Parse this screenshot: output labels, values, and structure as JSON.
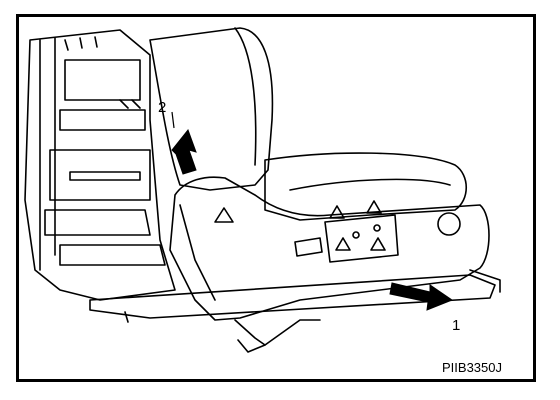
{
  "figure": {
    "callouts": [
      {
        "id": "callout-1",
        "label": "1"
      },
      {
        "id": "callout-2",
        "label": "2"
      }
    ],
    "figure_code": "PIIB3350J",
    "colors": {
      "line": "#000000",
      "background": "#ffffff"
    }
  }
}
